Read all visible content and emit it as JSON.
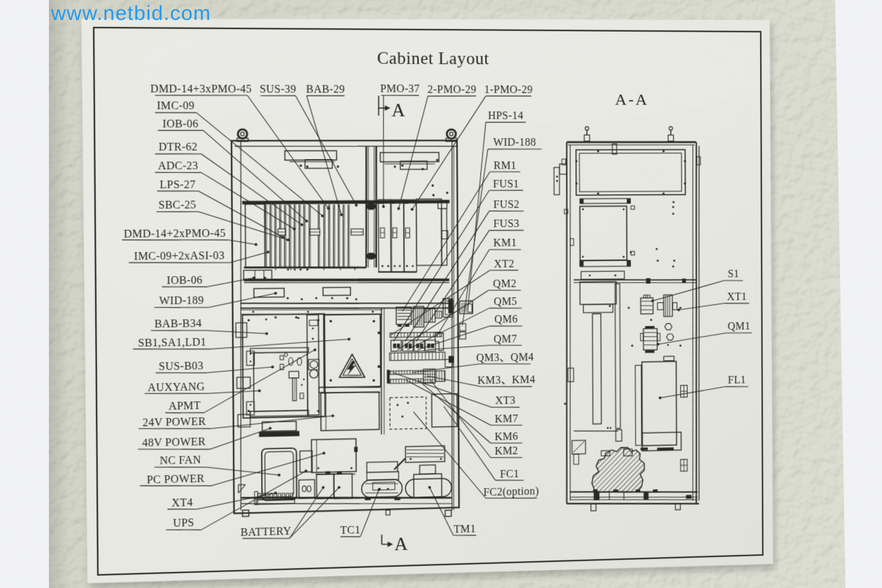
{
  "watermark": {
    "text": "www.netbid.com",
    "color": "#1d9af2"
  },
  "drawing": {
    "title": "Cabinet Layout",
    "ink_color": "#26261e",
    "paper_color": "#e9eae4",
    "wall_color": "#dcded2",
    "front_view": {
      "top_labels": [
        "DMD-14+3xPMO-45",
        "SUS-39",
        "BAB-29",
        "PMO-37",
        "2-PMO-29",
        "1-PMO-29"
      ],
      "left_labels": [
        "IMC-09",
        "IOB-06",
        "DTR-62",
        "ADC-23",
        "LPS-27",
        "SBC-25",
        "DMD-14+2xPMO-45",
        "IMC-09+2xASI-03",
        "IOB-06",
        "WID-189",
        "BAB-B34",
        "SB1,SA1,LD1",
        "SUS-B03",
        "AUXYANG",
        "APMT",
        "24V POWER",
        "48V POWER",
        "NC FAN",
        "PC POWER",
        "XT4",
        "UPS"
      ],
      "right_labels": [
        "HPS-14",
        "WID-188",
        "RM1",
        "FUS1",
        "FUS2",
        "FUS3",
        "KM1",
        "XT2",
        "QM2",
        "QM5",
        "QM6",
        "QM7",
        "QM3、QM4",
        "KM3、KM4",
        "XT3",
        "KM7",
        "KM6",
        "KM2",
        "FC1",
        "FC2(option)"
      ],
      "bottom_labels": [
        "BATTERY",
        "TC1",
        "TM1"
      ]
    },
    "section_view": {
      "title": "A-A",
      "labels": [
        "S1",
        "XT1",
        "QM1",
        "FL1"
      ]
    },
    "section_marker_top": "A",
    "section_marker_bottom": "A"
  }
}
